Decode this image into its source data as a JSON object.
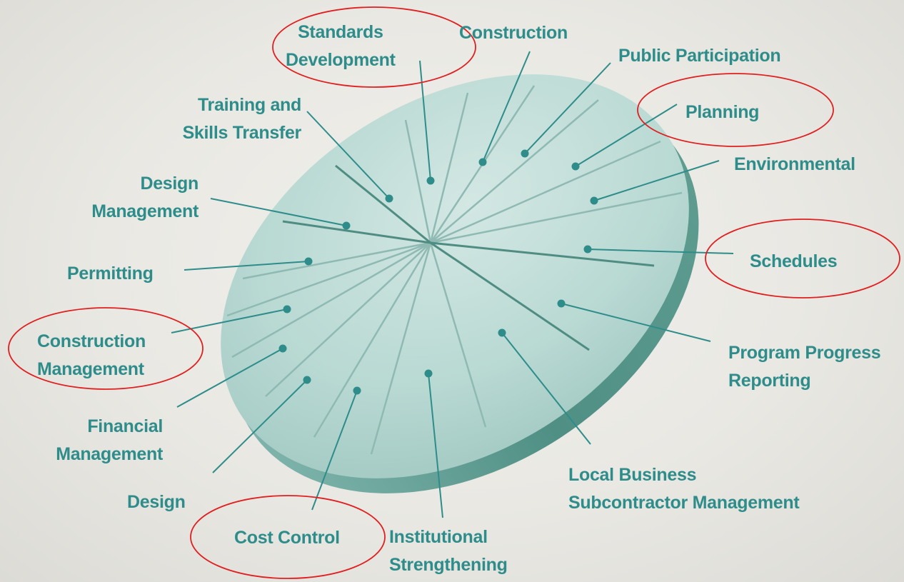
{
  "colors": {
    "label": "#2e8d8a",
    "pie_top": "#b5d6d1",
    "pie_side": "#5f9f93",
    "leader_line": "#2e8d8a",
    "highlight_ellipse": "#e02020"
  },
  "labels": {
    "standards_development": "Standards\nDevelopment",
    "construction": "Construction",
    "public_participation": "Public Participation",
    "planning": "Planning",
    "training": "Training and\nSkills Transfer",
    "environmental": "Environmental",
    "design_management": "Design\nManagement",
    "permitting": "Permitting",
    "schedules": "Schedules",
    "construction_management": "Construction\nManagement",
    "program_progress": "Program Progress\nReporting",
    "financial_management": "Financial\nManagement",
    "design": "Design",
    "local_business": "Local Business\nSubcontractor Management",
    "cost_control": "Cost Control",
    "institutional": "Institutional\nStrengthening"
  },
  "highlighted": [
    "Standards Development",
    "Planning",
    "Schedules",
    "Construction Management",
    "Cost Control"
  ]
}
